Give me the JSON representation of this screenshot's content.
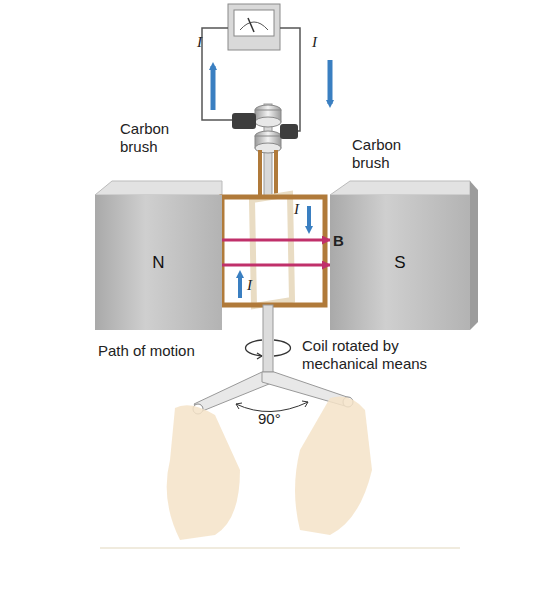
{
  "diagram": {
    "nodes": [
      {
        "text": [
          "N"
        ]
      },
      {
        "text": [
          "S"
        ]
      }
    ],
    "edges": [
      {
        "from": 0,
        "to": 1,
        "arrow": "to",
        "label": "B"
      },
      {
        "from": 0,
        "to": 1,
        "arrow": "to"
      }
    ],
    "labels": [
      "I",
      "I",
      "Carbon brush",
      "Carbon brush",
      "I",
      "I",
      "Path of motion",
      "Coil rotated by mechanical means",
      "90°"
    ]
  }
}
